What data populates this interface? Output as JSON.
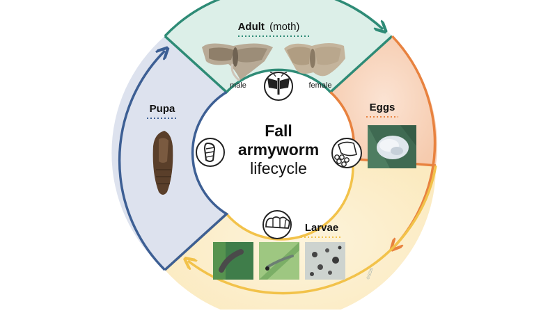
{
  "title": {
    "line1": "Fall",
    "line2": "armyworm",
    "line3": "lifecycle"
  },
  "stages": {
    "adult": {
      "label_bold": "Adult",
      "label_light": "(moth)",
      "male_label": "male",
      "female_label": "female",
      "color": "#2e8b76",
      "icon": "moth-icon"
    },
    "eggs": {
      "label": "Eggs",
      "color": "#e8823f",
      "icon": "egg-cluster-icon"
    },
    "larvae": {
      "label": "Larvae",
      "color": "#f2c24a",
      "icon": "larva-icon"
    },
    "pupa": {
      "label": "Pupa",
      "color": "#3d5f94",
      "icon": "pupa-icon"
    }
  },
  "watermark": "©SOS"
}
